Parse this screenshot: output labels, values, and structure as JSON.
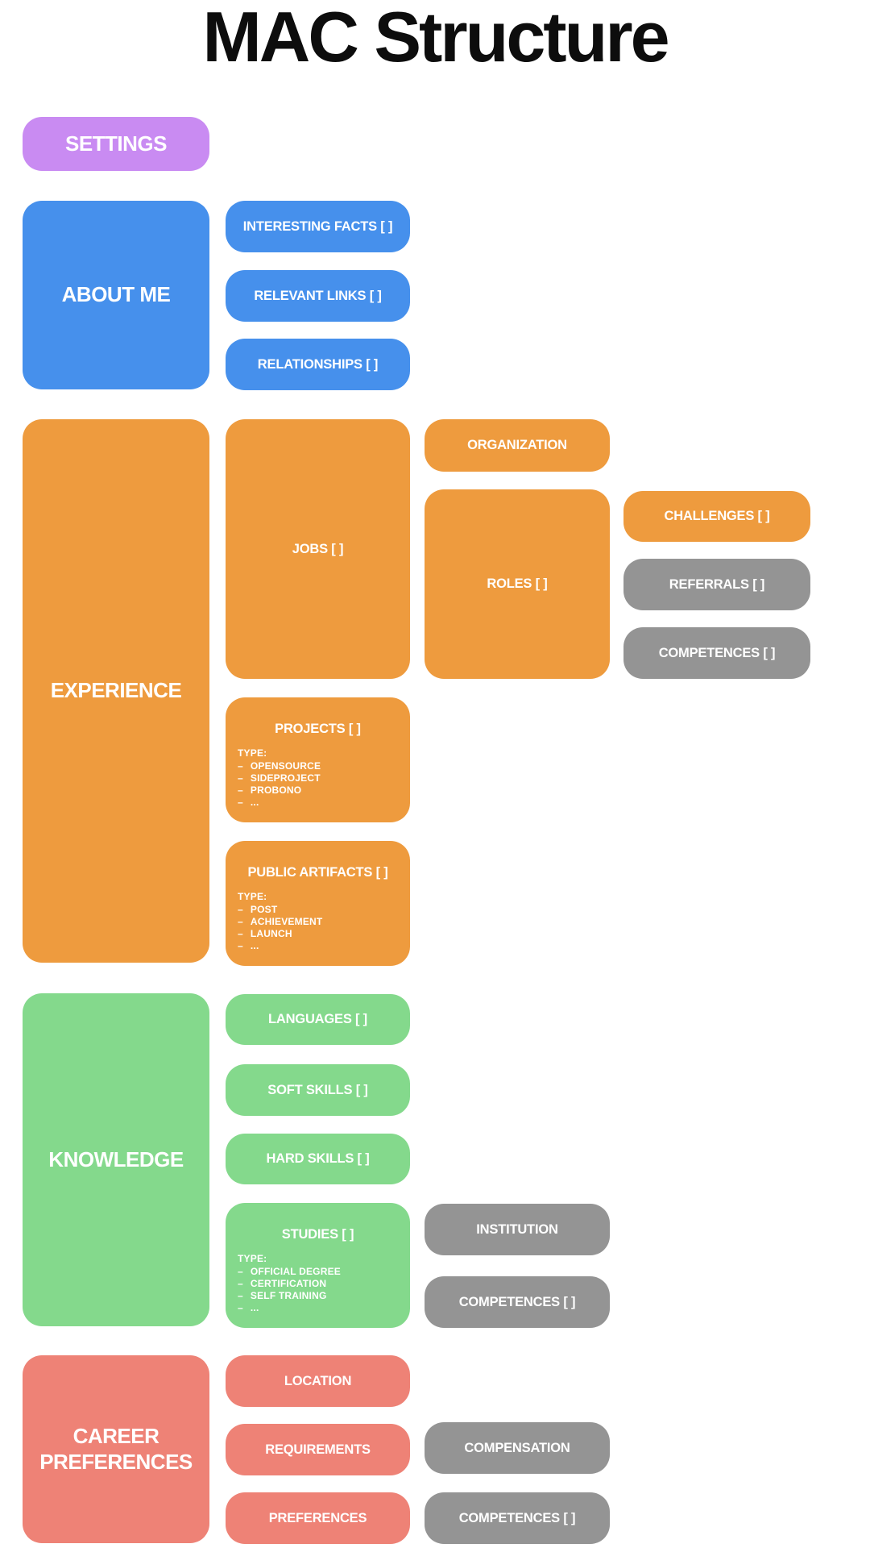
{
  "title": "MAC Structure",
  "bullet": "–",
  "colors": {
    "purple": "#c98bf2",
    "blue": "#4690ec",
    "orange": "#ee9b3e",
    "green": "#84d98c",
    "salmon": "#ee8276",
    "gray": "#949494"
  },
  "nodes": {
    "settings": {
      "label": "SETTINGS"
    },
    "about_me": {
      "label": "ABOUT ME"
    },
    "interesting_facts": {
      "label": "INTERESTING FACTS [ ]"
    },
    "relevant_links": {
      "label": "RELEVANT LINKS [ ]"
    },
    "relationships": {
      "label": "RELATIONSHIPS [ ]"
    },
    "experience": {
      "label": "EXPERIENCE"
    },
    "jobs": {
      "label": "JOBS [ ]"
    },
    "organization": {
      "label": "ORGANIZATION"
    },
    "roles": {
      "label": "ROLES [ ]"
    },
    "challenges": {
      "label": "CHALLENGES [ ]"
    },
    "referrals": {
      "label": "REFERRALS [ ]"
    },
    "competences_roles": {
      "label": "COMPETENCES [ ]"
    },
    "projects": {
      "label": "PROJECTS [ ]",
      "type_heading": "TYPE:",
      "types": [
        "OPENSOURCE",
        "SIDEPROJECT",
        "PROBONO",
        "..."
      ]
    },
    "public_artifacts": {
      "label": "PUBLIC ARTIFACTS [ ]",
      "type_heading": "TYPE:",
      "types": [
        "POST",
        "ACHIEVEMENT",
        "LAUNCH",
        "..."
      ]
    },
    "knowledge": {
      "label": "KNOWLEDGE"
    },
    "languages": {
      "label": "LANGUAGES [ ]"
    },
    "soft_skills": {
      "label": "SOFT SKILLS [ ]"
    },
    "hard_skills": {
      "label": "HARD SKILLS [ ]"
    },
    "studies": {
      "label": "STUDIES [ ]",
      "type_heading": "TYPE:",
      "types": [
        "OFFICIAL DEGREE",
        "CERTIFICATION",
        "SELF TRAINING",
        "..."
      ]
    },
    "institution": {
      "label": "INSTITUTION"
    },
    "competences_studies": {
      "label": "COMPETENCES [ ]"
    },
    "career_preferences": {
      "label": "CAREER PREFERENCES"
    },
    "location": {
      "label": "LOCATION"
    },
    "requirements": {
      "label": "REQUIREMENTS"
    },
    "preferences": {
      "label": "PREFERENCES"
    },
    "compensation": {
      "label": "COMPENSATION"
    },
    "competences_career": {
      "label": "COMPETENCES [ ]"
    }
  }
}
